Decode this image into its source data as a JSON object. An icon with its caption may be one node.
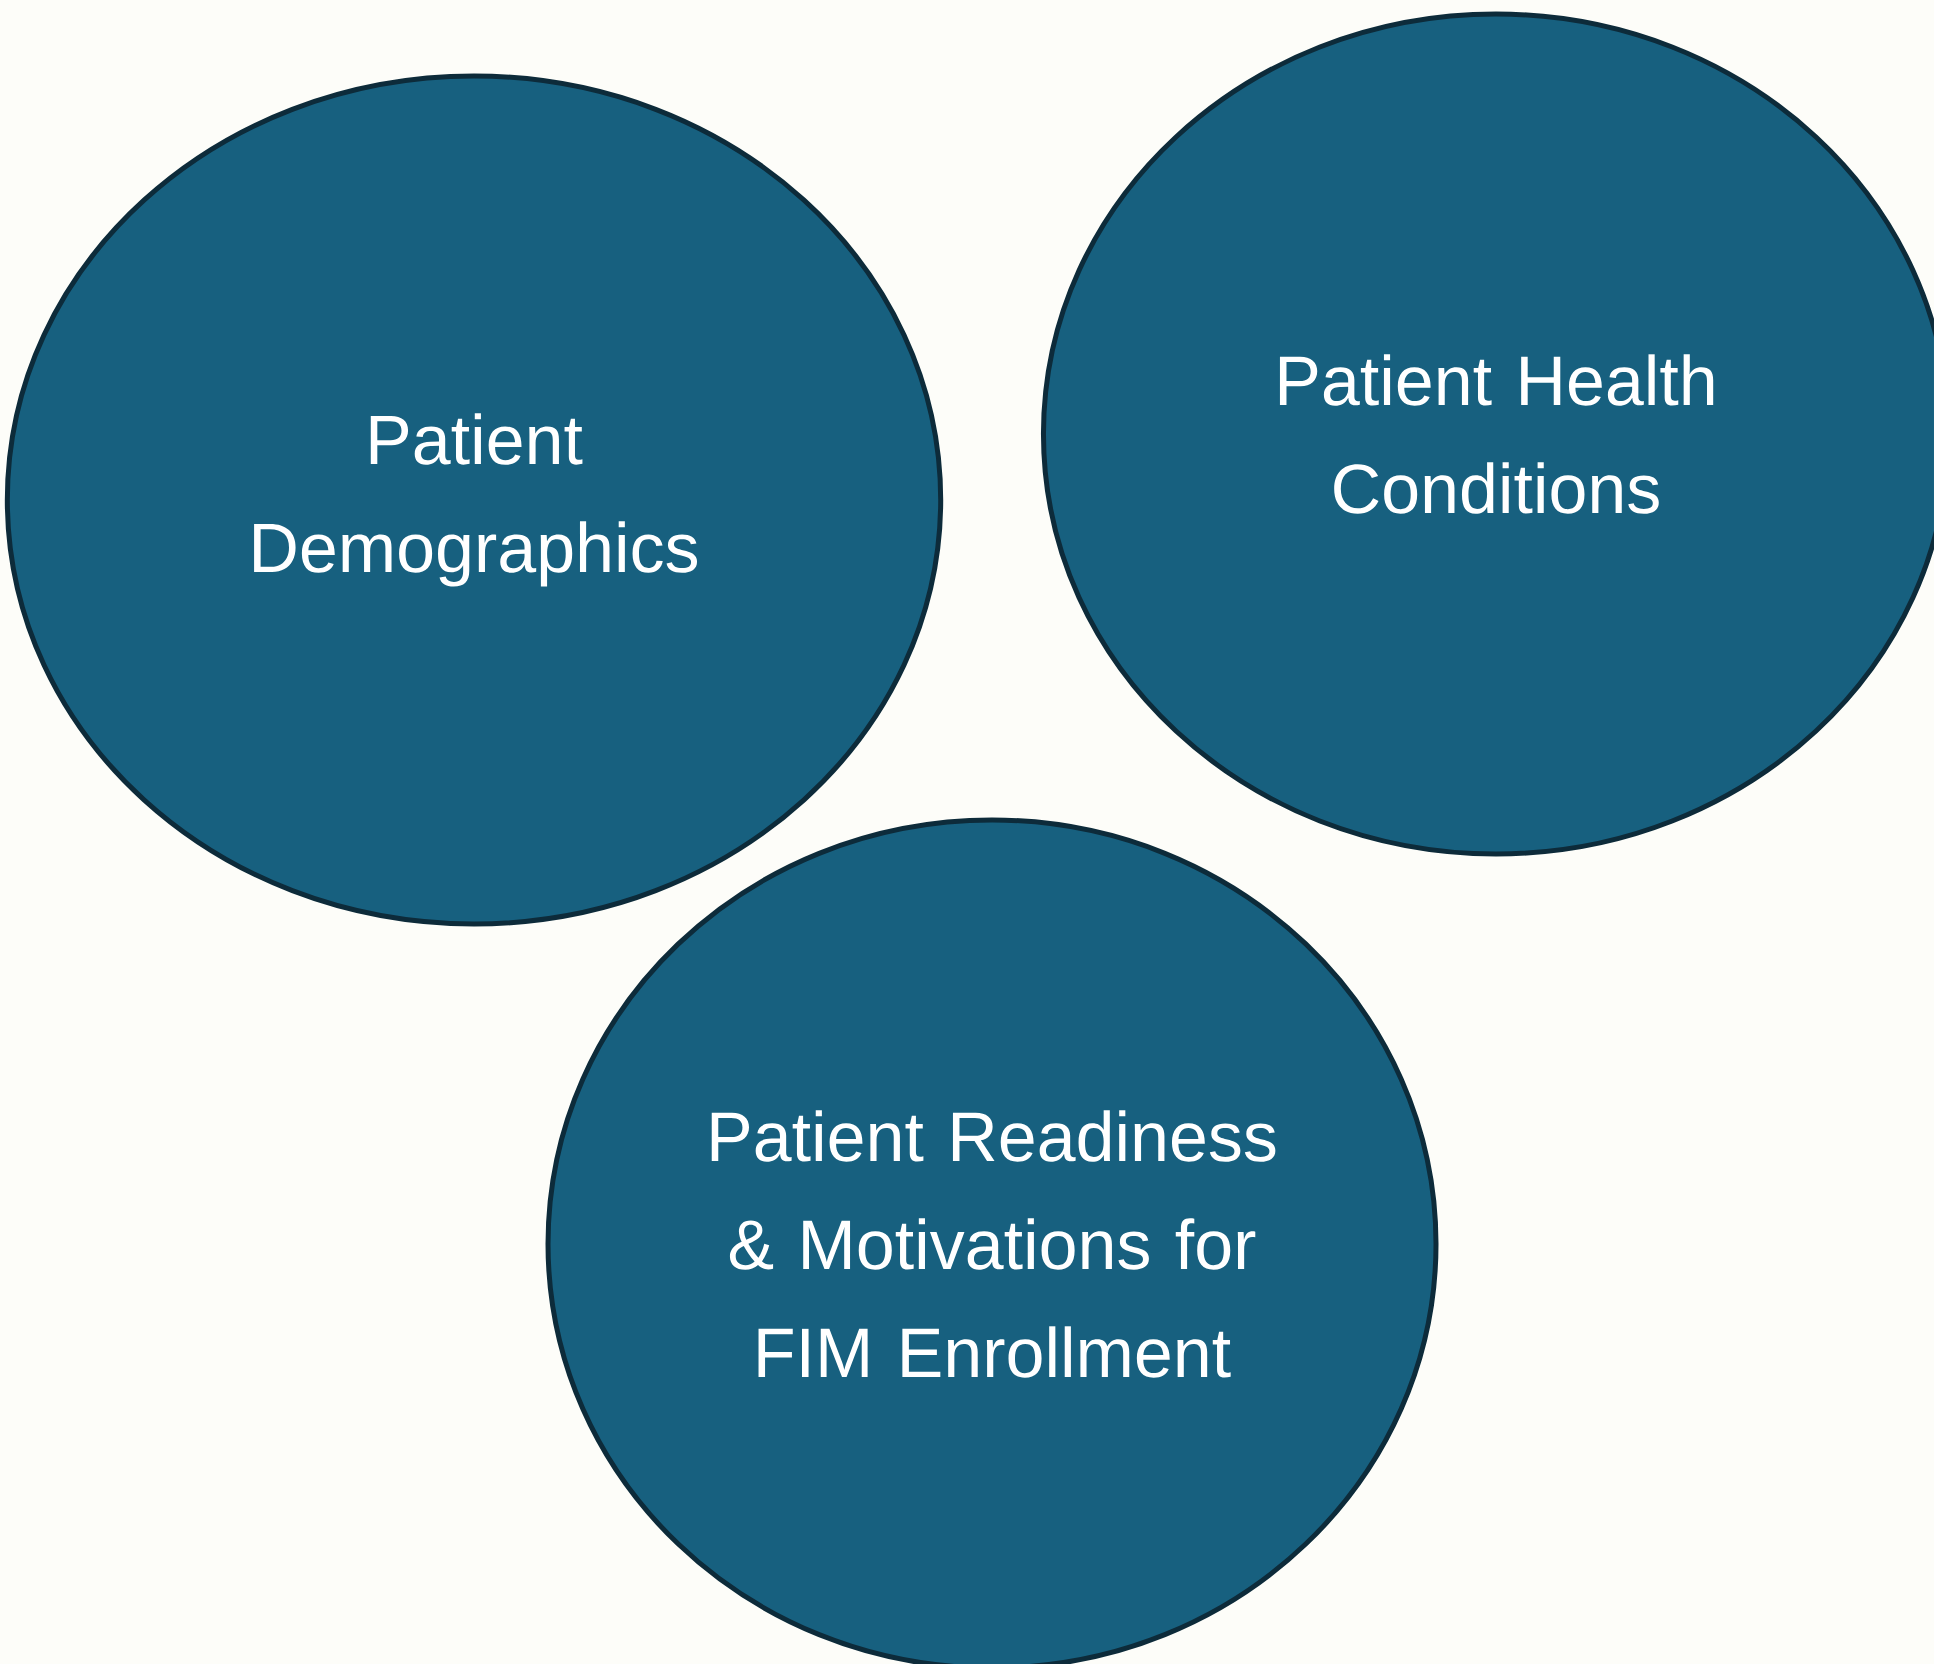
{
  "diagram": {
    "nodes": [
      {
        "text": [
          "Patient Demographics"
        ]
      },
      {
        "text": [
          "Patient Health Conditions"
        ]
      },
      {
        "text": [
          "Patient Readiness & Motivations for FIM Enrollment"
        ]
      }
    ]
  }
}
